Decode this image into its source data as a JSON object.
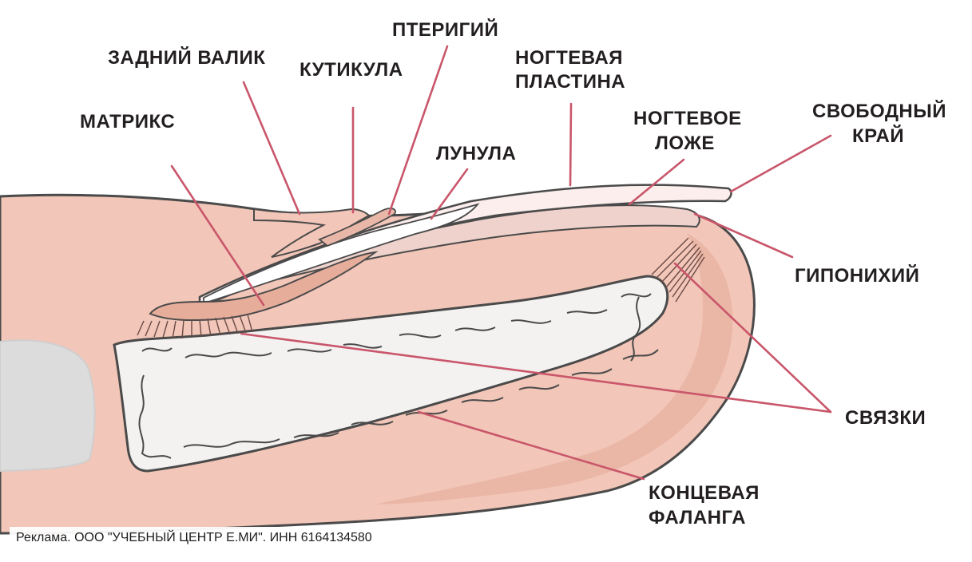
{
  "labels": {
    "pterygium": "ПТЕРИГИЙ",
    "proximal_fold": "ЗАДНИЙ ВАЛИК",
    "cuticle": "КУТИКУЛА",
    "nail_plate_1": "НОГТЕВАЯ",
    "nail_plate_2": "ПЛАСТИНА",
    "matrix": "МАТРИКС",
    "nail_bed_1": "НОГТЕВОЕ",
    "nail_bed_2": "ЛОЖЕ",
    "free_edge_1": "СВОБОДНЫЙ",
    "free_edge_2": "КРАЙ",
    "lunula": "ЛУНУЛА",
    "hyponychium": "ГИПОНИХИЙ",
    "ligaments": "СВЯЗКИ",
    "phalanx_1": "КОНЦЕВАЯ",
    "phalanx_2": "ФАЛАНГА"
  },
  "footer": {
    "ad_text": "Реклама. ООО \"УЧЕБНЫЙ ЦЕНТР Е.МИ\". ИНН 6164134580"
  },
  "colors": {
    "skin": "#f2c6b8",
    "skin_dark": "#e4aa98",
    "outline": "#4a4a4a",
    "bone": "#f4f1f1",
    "leader": "#c9566a",
    "nail_bed": "#efd2cc"
  }
}
